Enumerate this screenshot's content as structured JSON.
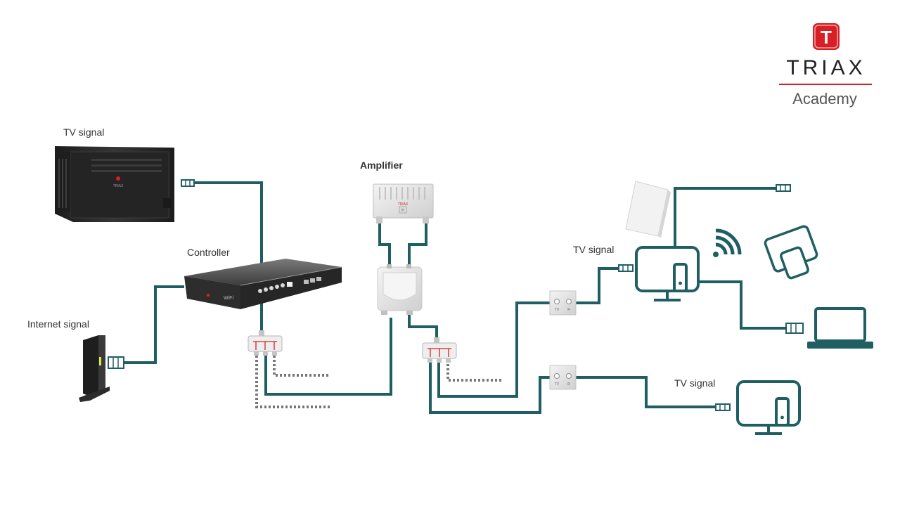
{
  "labels": {
    "tv_signal_top": "TV signal",
    "controller": "Controller",
    "internet_signal": "Internet signal",
    "amplifier": "Amplifier",
    "tv_signal_right": "TV signal",
    "tv_signal_bottom": "TV signal"
  },
  "logo": {
    "brand": "TRIAX",
    "sub": "Academy",
    "mark_letter": "T"
  },
  "devices": {
    "headend_brand": "TRIAX",
    "controller_brand": "WiFi",
    "amplifier_brand": "TRIAX",
    "outlet_tv": "TV",
    "outlet_r": "R"
  },
  "colors": {
    "cable": "#1f5f63",
    "brand_red": "#d81f26",
    "dark_device": "#2b2b2b",
    "light_device": "#e6e6e6"
  }
}
